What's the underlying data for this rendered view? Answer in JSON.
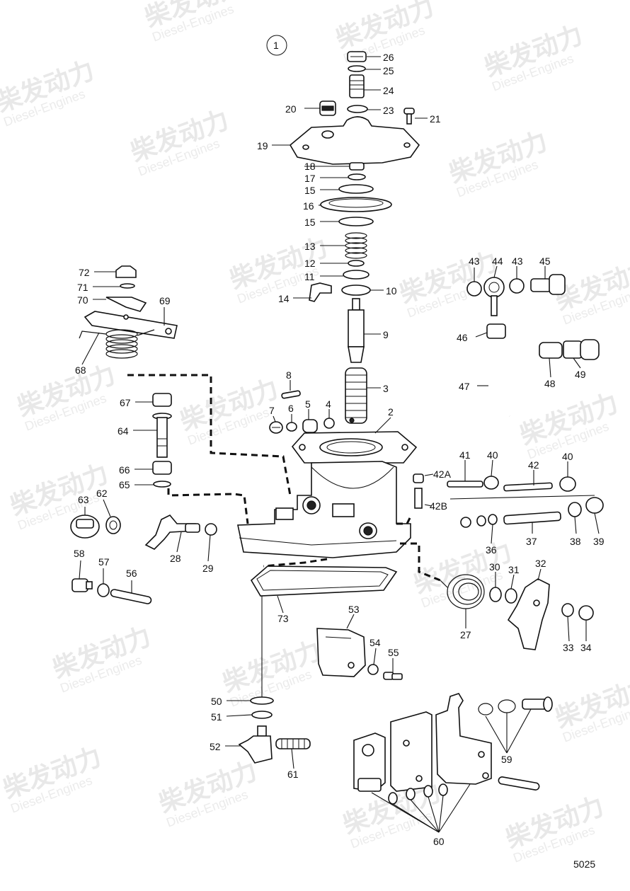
{
  "figure": {
    "circled_number": "1",
    "figure_number": "5025"
  },
  "watermark": {
    "brand": "柴发动力",
    "sub": "Diesel-Engines",
    "color": "#e6e6e6"
  },
  "labels": {
    "l1": "1",
    "l2": "2",
    "l3": "3",
    "l4": "4",
    "l5": "5",
    "l6": "6",
    "l7": "7",
    "l8": "8",
    "l9": "9",
    "l10": "10",
    "l11": "11",
    "l12": "12",
    "l13": "13",
    "l14": "14",
    "l15a": "15",
    "l15b": "15",
    "l16": "16",
    "l17": "17",
    "l18": "18",
    "l19": "19",
    "l20": "20",
    "l21": "21",
    "l23": "23",
    "l24": "24",
    "l25": "25",
    "l26": "26",
    "l27": "27",
    "l28": "28",
    "l29": "29",
    "l30": "30",
    "l31": "31",
    "l32": "32",
    "l33": "33",
    "l34": "34",
    "l36": "36",
    "l37": "37",
    "l38": "38",
    "l39": "39",
    "l40a": "40",
    "l40b": "40",
    "l41": "41",
    "l42": "42",
    "l42a": "42A",
    "l42b": "42B",
    "l43a": "43",
    "l43b": "43",
    "l44": "44",
    "l45": "45",
    "l46": "46",
    "l47": "47",
    "l48": "48",
    "l49": "49",
    "l50": "50",
    "l51": "51",
    "l52": "52",
    "l53": "53",
    "l54": "54",
    "l55": "55",
    "l56": "56",
    "l57": "57",
    "l58": "58",
    "l59": "59",
    "l60": "60",
    "l61": "61",
    "l62": "62",
    "l63": "63",
    "l64": "64",
    "l65": "65",
    "l66": "66",
    "l67": "67",
    "l68": "68",
    "l69": "69",
    "l70": "70",
    "l71": "71",
    "l72": "72",
    "l73": "73"
  }
}
